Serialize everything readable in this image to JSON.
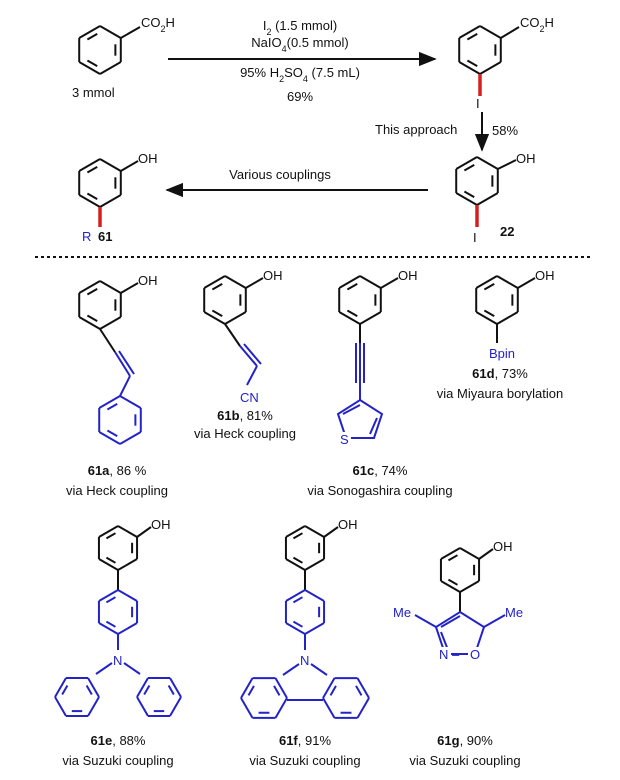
{
  "colors": {
    "bond": "#111111",
    "substituent": "#2323c8",
    "highlight": "#d6201f"
  },
  "top_reaction": {
    "reagent_1": "I",
    "reagent_1_sub": "2",
    "reagent_1_tail": " (1.5 mmol)",
    "reagent_2": "NaIO",
    "reagent_2_sub": "4",
    "reagent_2_tail": "(0.5 mmol)",
    "solvent_a": "95% H",
    "solvent_sub1": "2",
    "solvent_b": "SO",
    "solvent_sub2": "4",
    "solvent_c": " (7.5 mL)",
    "yield": "69%",
    "start_amount": "3 mmol",
    "start_group": "CO",
    "start_group_sub": "2",
    "start_group_tail": "H",
    "iodo_label": "I"
  },
  "second_step": {
    "condition": "This approach",
    "yield": "58%",
    "oh": "OH",
    "iodo": "I",
    "compound": "22"
  },
  "coupling_arrow": {
    "label": "Various couplings",
    "oh": "OH",
    "r": "R",
    "compound": "61"
  },
  "products": [
    {
      "id": "61a",
      "yield": ", 86 %",
      "method": "via Heck coupling",
      "oh": "OH"
    },
    {
      "id": "61b",
      "yield": ", 81%",
      "method": "via Heck coupling",
      "oh": "OH",
      "group": "CN"
    },
    {
      "id": "61c",
      "yield": ", 74%",
      "method": "via Sonogashira coupling",
      "oh": "OH",
      "hetero": "S"
    },
    {
      "id": "61d",
      "yield": ", 73%",
      "method": "via Miyaura borylation",
      "oh": "OH",
      "group": "Bpin"
    },
    {
      "id": "61e",
      "yield": ", 88%",
      "method": "via Suzuki coupling",
      "oh": "OH",
      "hetero": "N"
    },
    {
      "id": "61f",
      "yield": ", 91%",
      "method": "via Suzuki coupling",
      "oh": "OH",
      "hetero": "N"
    },
    {
      "id": "61g",
      "yield": ", 90%",
      "method": "via Suzuki coupling",
      "oh": "OH",
      "me1": "Me",
      "me2": "Me",
      "n": "N",
      "o": "O"
    }
  ]
}
